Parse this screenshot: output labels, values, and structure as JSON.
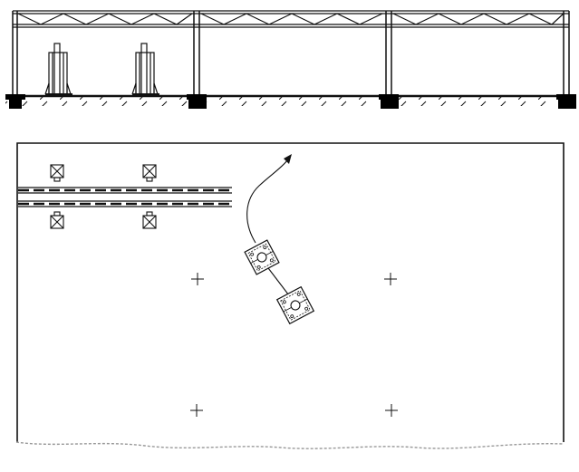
{
  "diagram": {
    "type": "technical-line-drawing",
    "colors": {
      "line": "#111111",
      "background": "#ffffff",
      "fill_dark": "#000000"
    },
    "elevation_view": {
      "truss_bays": 3,
      "column_count": 4,
      "equipment_units": 2
    },
    "plan_view": {
      "rail_tracks": 2,
      "marker_boxes": 4,
      "grid_crosses": 4,
      "device_nodes": 2,
      "path_arrow": "curved-arrow"
    }
  }
}
